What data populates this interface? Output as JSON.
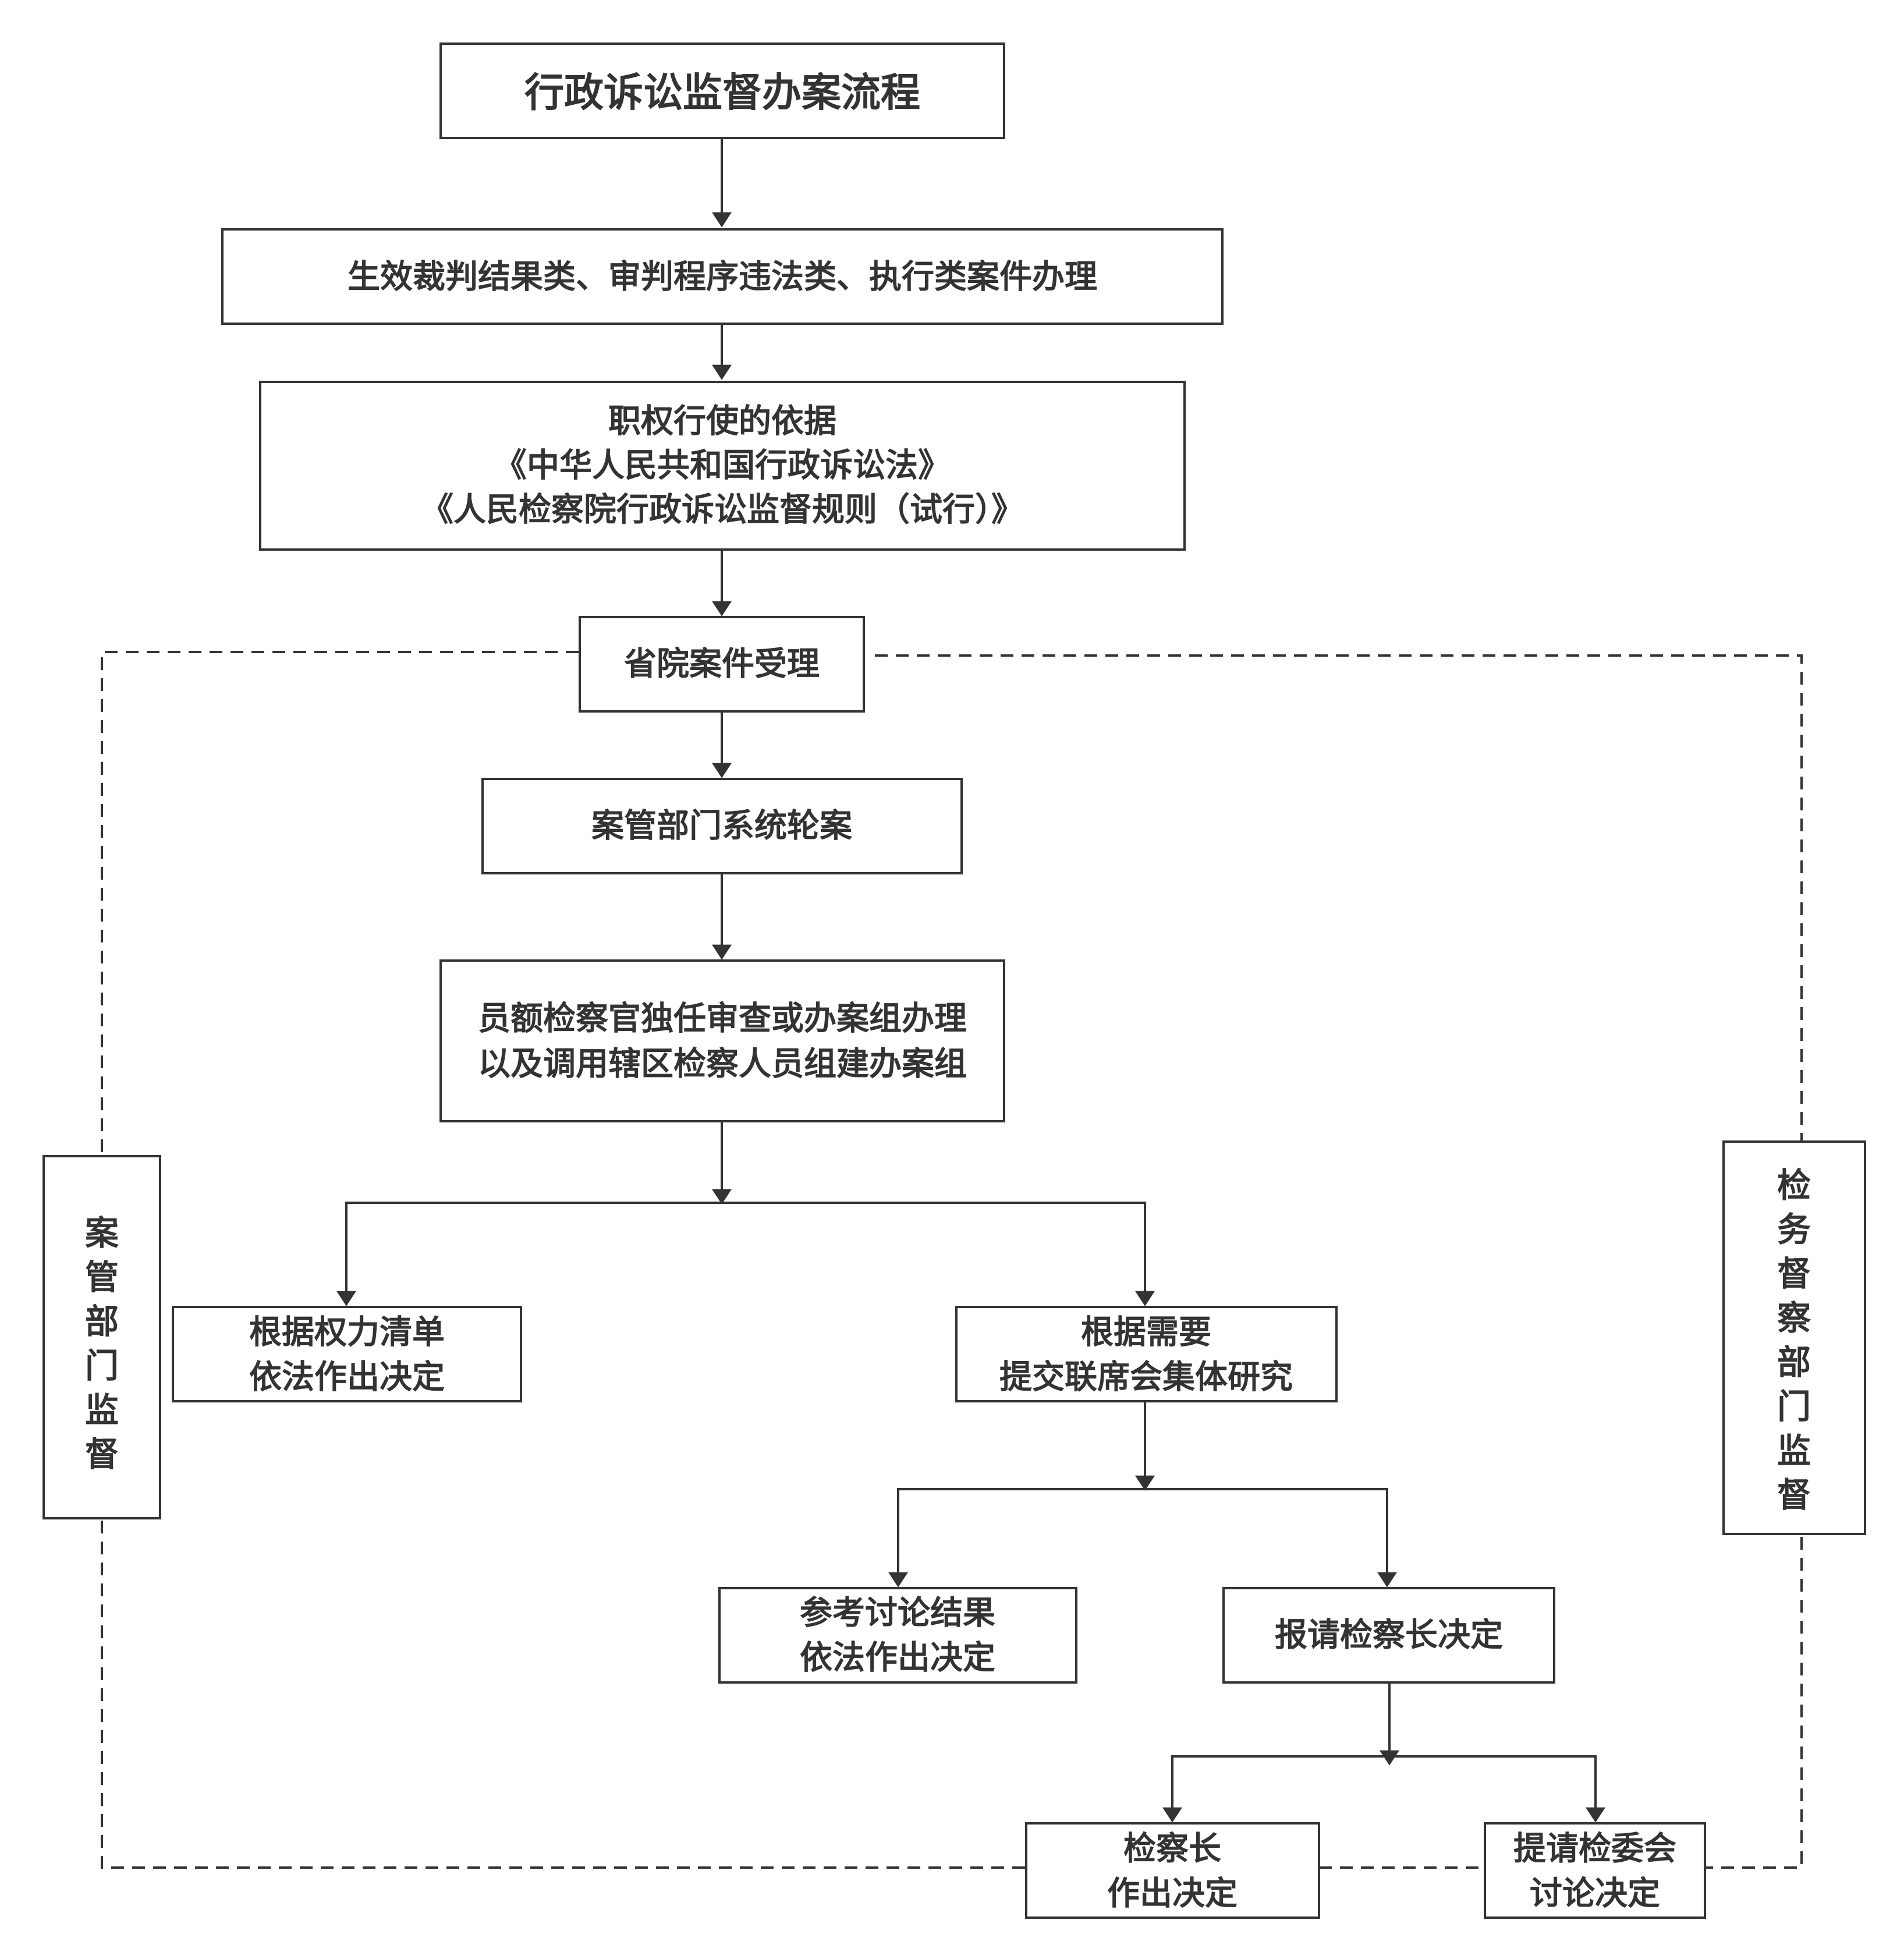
{
  "title": "行政诉讼监督办案流程",
  "nodes": {
    "case_types": "生效裁判结果类、审判程序违法类、执行类案件办理",
    "basis_title": "职权行使的依据",
    "basis_law": "《中华人民共和国行政诉讼法》",
    "basis_rule": "《人民检察院行政诉讼监督规则（试行）》",
    "accept": "省院案件受理",
    "assign": "案管部门系统轮案",
    "handle_line1": "员额检察官独任审查或办案组办理",
    "handle_line2": "以及调用辖区检察人员组建办案组",
    "power_list_line1": "根据权力清单",
    "power_list_line2": "依法作出决定",
    "joint_line1": "根据需要",
    "joint_line2": "提交联席会集体研究",
    "refer_line1": "参考讨论结果",
    "refer_line2": "依法作出决定",
    "report_chief": "报请检察长决定",
    "chief_line1": "检察长",
    "chief_line2": "作出决定",
    "committee_line1": "提请检委会",
    "committee_line2": "讨论决定"
  },
  "side_labels": {
    "left": [
      "案",
      "管",
      "部",
      "门",
      "监",
      "督"
    ],
    "right": [
      "检",
      "务",
      "督",
      "察",
      "部",
      "门",
      "监",
      "督"
    ]
  }
}
